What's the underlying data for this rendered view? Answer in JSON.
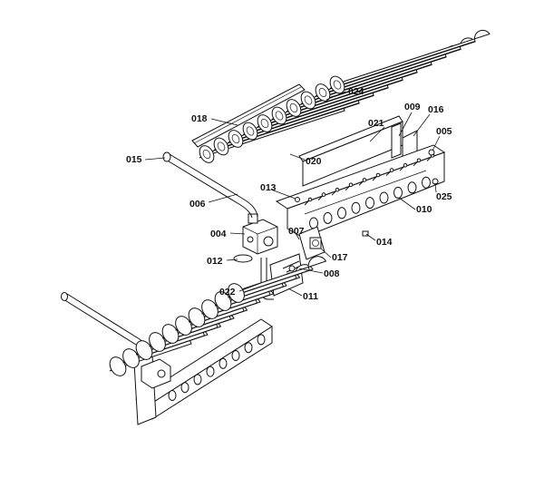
{
  "diagram": {
    "callouts": [
      {
        "id": "c024",
        "text": "024"
      },
      {
        "id": "c018",
        "text": "018"
      },
      {
        "id": "c009",
        "text": "009"
      },
      {
        "id": "c016",
        "text": "016"
      },
      {
        "id": "c021",
        "text": "021"
      },
      {
        "id": "c005",
        "text": "005"
      },
      {
        "id": "c015",
        "text": "015"
      },
      {
        "id": "c020",
        "text": "020"
      },
      {
        "id": "c013",
        "text": "013"
      },
      {
        "id": "c025",
        "text": "025"
      },
      {
        "id": "c006",
        "text": "006"
      },
      {
        "id": "c010",
        "text": "010"
      },
      {
        "id": "c004",
        "text": "004"
      },
      {
        "id": "c007",
        "text": "007"
      },
      {
        "id": "c014",
        "text": "014"
      },
      {
        "id": "c017",
        "text": "017"
      },
      {
        "id": "c012",
        "text": "012"
      },
      {
        "id": "c008",
        "text": "008"
      },
      {
        "id": "c022",
        "text": "022"
      },
      {
        "id": "c011",
        "text": "011"
      }
    ]
  }
}
